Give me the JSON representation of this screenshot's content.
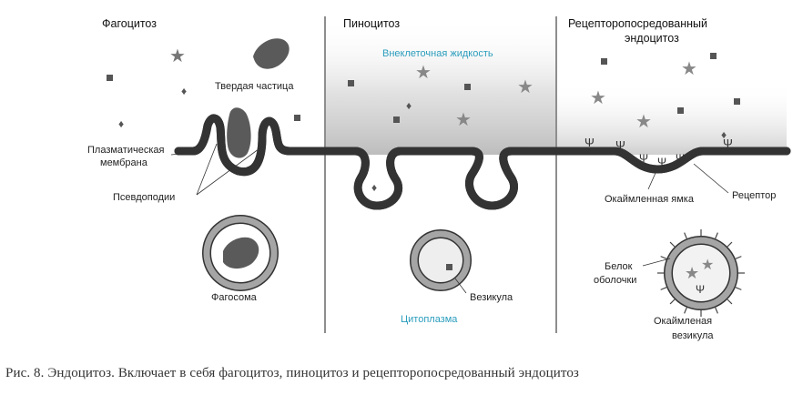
{
  "headings": {
    "phagocytosis": "Фагоцитоз",
    "pinocytosis": "Пиноцитоз",
    "receptor_line1": "Рецепторопосредованный",
    "receptor_line2": "эндоцитоз"
  },
  "labels": {
    "solid_particle": "Твердая частица",
    "membrane_line1": "Плазматическая",
    "membrane_line2": "мембрана",
    "pseudopodia": "Псевдоподии",
    "phagosome": "Фагосома",
    "extracellular": "Внеклеточная жидкость",
    "vesicle": "Везикула",
    "cytoplasm": "Цитоплазма",
    "coated_pit": "Окаймленная ямка",
    "receptor": "Рецептор",
    "coat_protein_line1": "Белок",
    "coat_protein_line2": "оболочки",
    "coated_vesicle_line1": "Окаймленая",
    "coated_vesicle_line2": "везикула"
  },
  "caption": "Рис. 8. Эндоцитоз. Включает в себя фагоцитоз, пиноцитоз и рецепторопосредованный эндоцитоз",
  "colors": {
    "membrane_fill": "#9e9e9e",
    "membrane_edge": "#333333",
    "particle": "#5a5a5a",
    "extracellular_shade": "#c8c8c8",
    "accent_text": "#2a9dbd"
  }
}
